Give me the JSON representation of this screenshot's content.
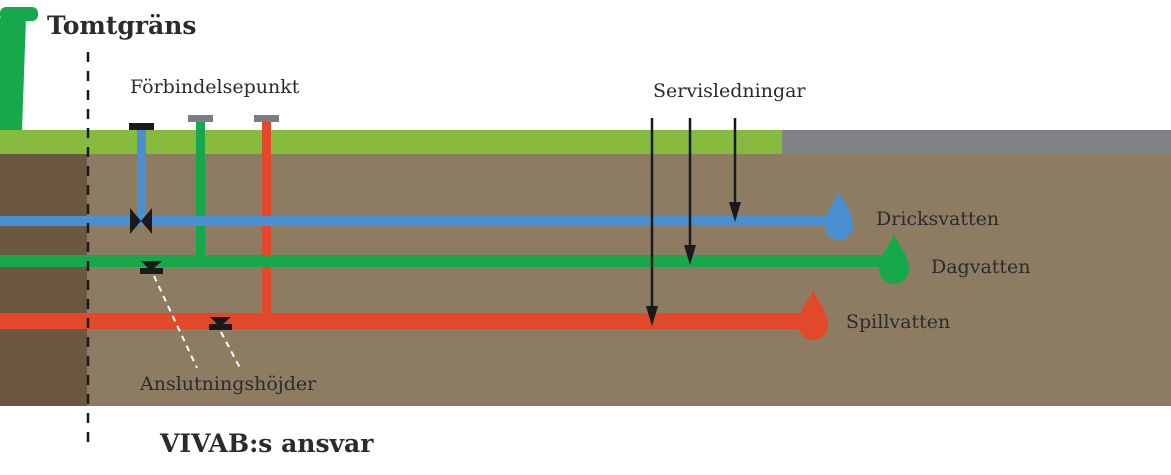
{
  "labels": {
    "boundary": "Tomtgräns",
    "connection_point": "Förbindelsepunkt",
    "service_lines": "Servisledningar",
    "connection_heights": "Anslutningshöjder",
    "responsibility": "VIVAB:s ansvar"
  },
  "pipes": [
    {
      "id": "drinking",
      "label": "Dricksvatten",
      "color": "#4a90d0"
    },
    {
      "id": "storm",
      "label": "Dagvatten",
      "color": "#16a84a"
    },
    {
      "id": "waste",
      "label": "Spillvatten",
      "color": "#e2492b"
    }
  ],
  "colors": {
    "grass": "#86bb3f",
    "soil": "#8e7c62",
    "soil_dark": "#6c5840",
    "road": "#808285",
    "bin": "#16a84a",
    "ink": "#1a1a1a",
    "cap_grey": "#7b7d80"
  }
}
